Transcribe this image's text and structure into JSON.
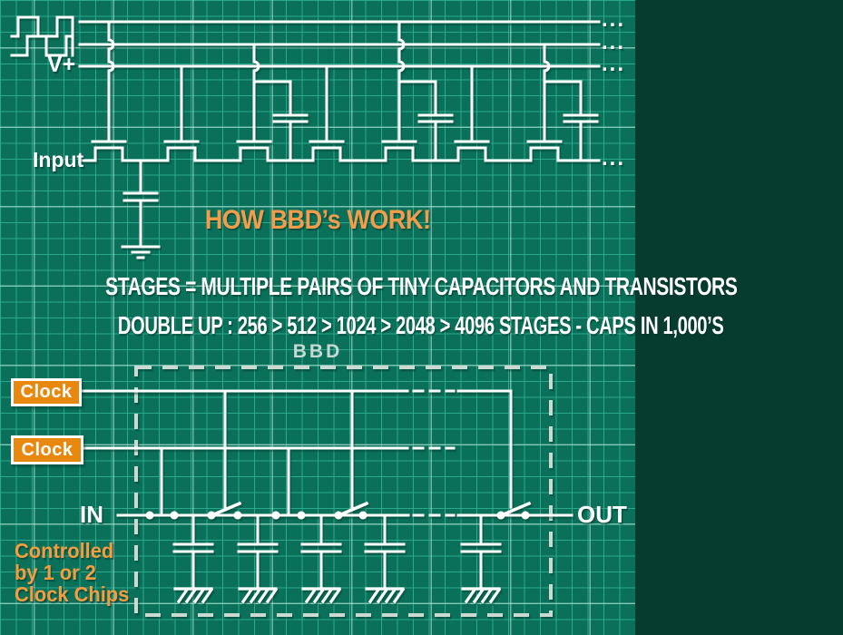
{
  "colors": {
    "background": "#0A705A",
    "grid_minor": "#2CAC8E",
    "grid_major": "#C4E8DC",
    "circuit_lines": "#FFFFFF",
    "accent_orange": "#F59C4B",
    "clock_box_fill": "#E8880F",
    "muted_gray": "#C8D8D2"
  },
  "top_circuit": {
    "vplus_label": "V+",
    "input_label": "Input",
    "rail1_ellipsis": "...",
    "rail2_ellipsis": "...",
    "rail3_ellipsis": "...",
    "input_ellipsis": "..."
  },
  "headline": "HOW BBD’s WORK!",
  "subtitle_line1": "STAGES = MULTIPLE PAIRS OF TINY CAPACITORS AND TRANSISTORS",
  "subtitle_line2": "DOUBLE UP : 256 > 512 > 1024 > 2048 > 4096 STAGES - CAPS IN 1,000’S",
  "bbd_diagram": {
    "title": "BBD",
    "clock1_label": "Clock",
    "clock2_label": "Clock",
    "in_label": "IN",
    "out_label": "OUT"
  },
  "footer_note": {
    "line1": "Controlled",
    "line2": "by 1 or 2",
    "line3": "Clock Chips"
  }
}
